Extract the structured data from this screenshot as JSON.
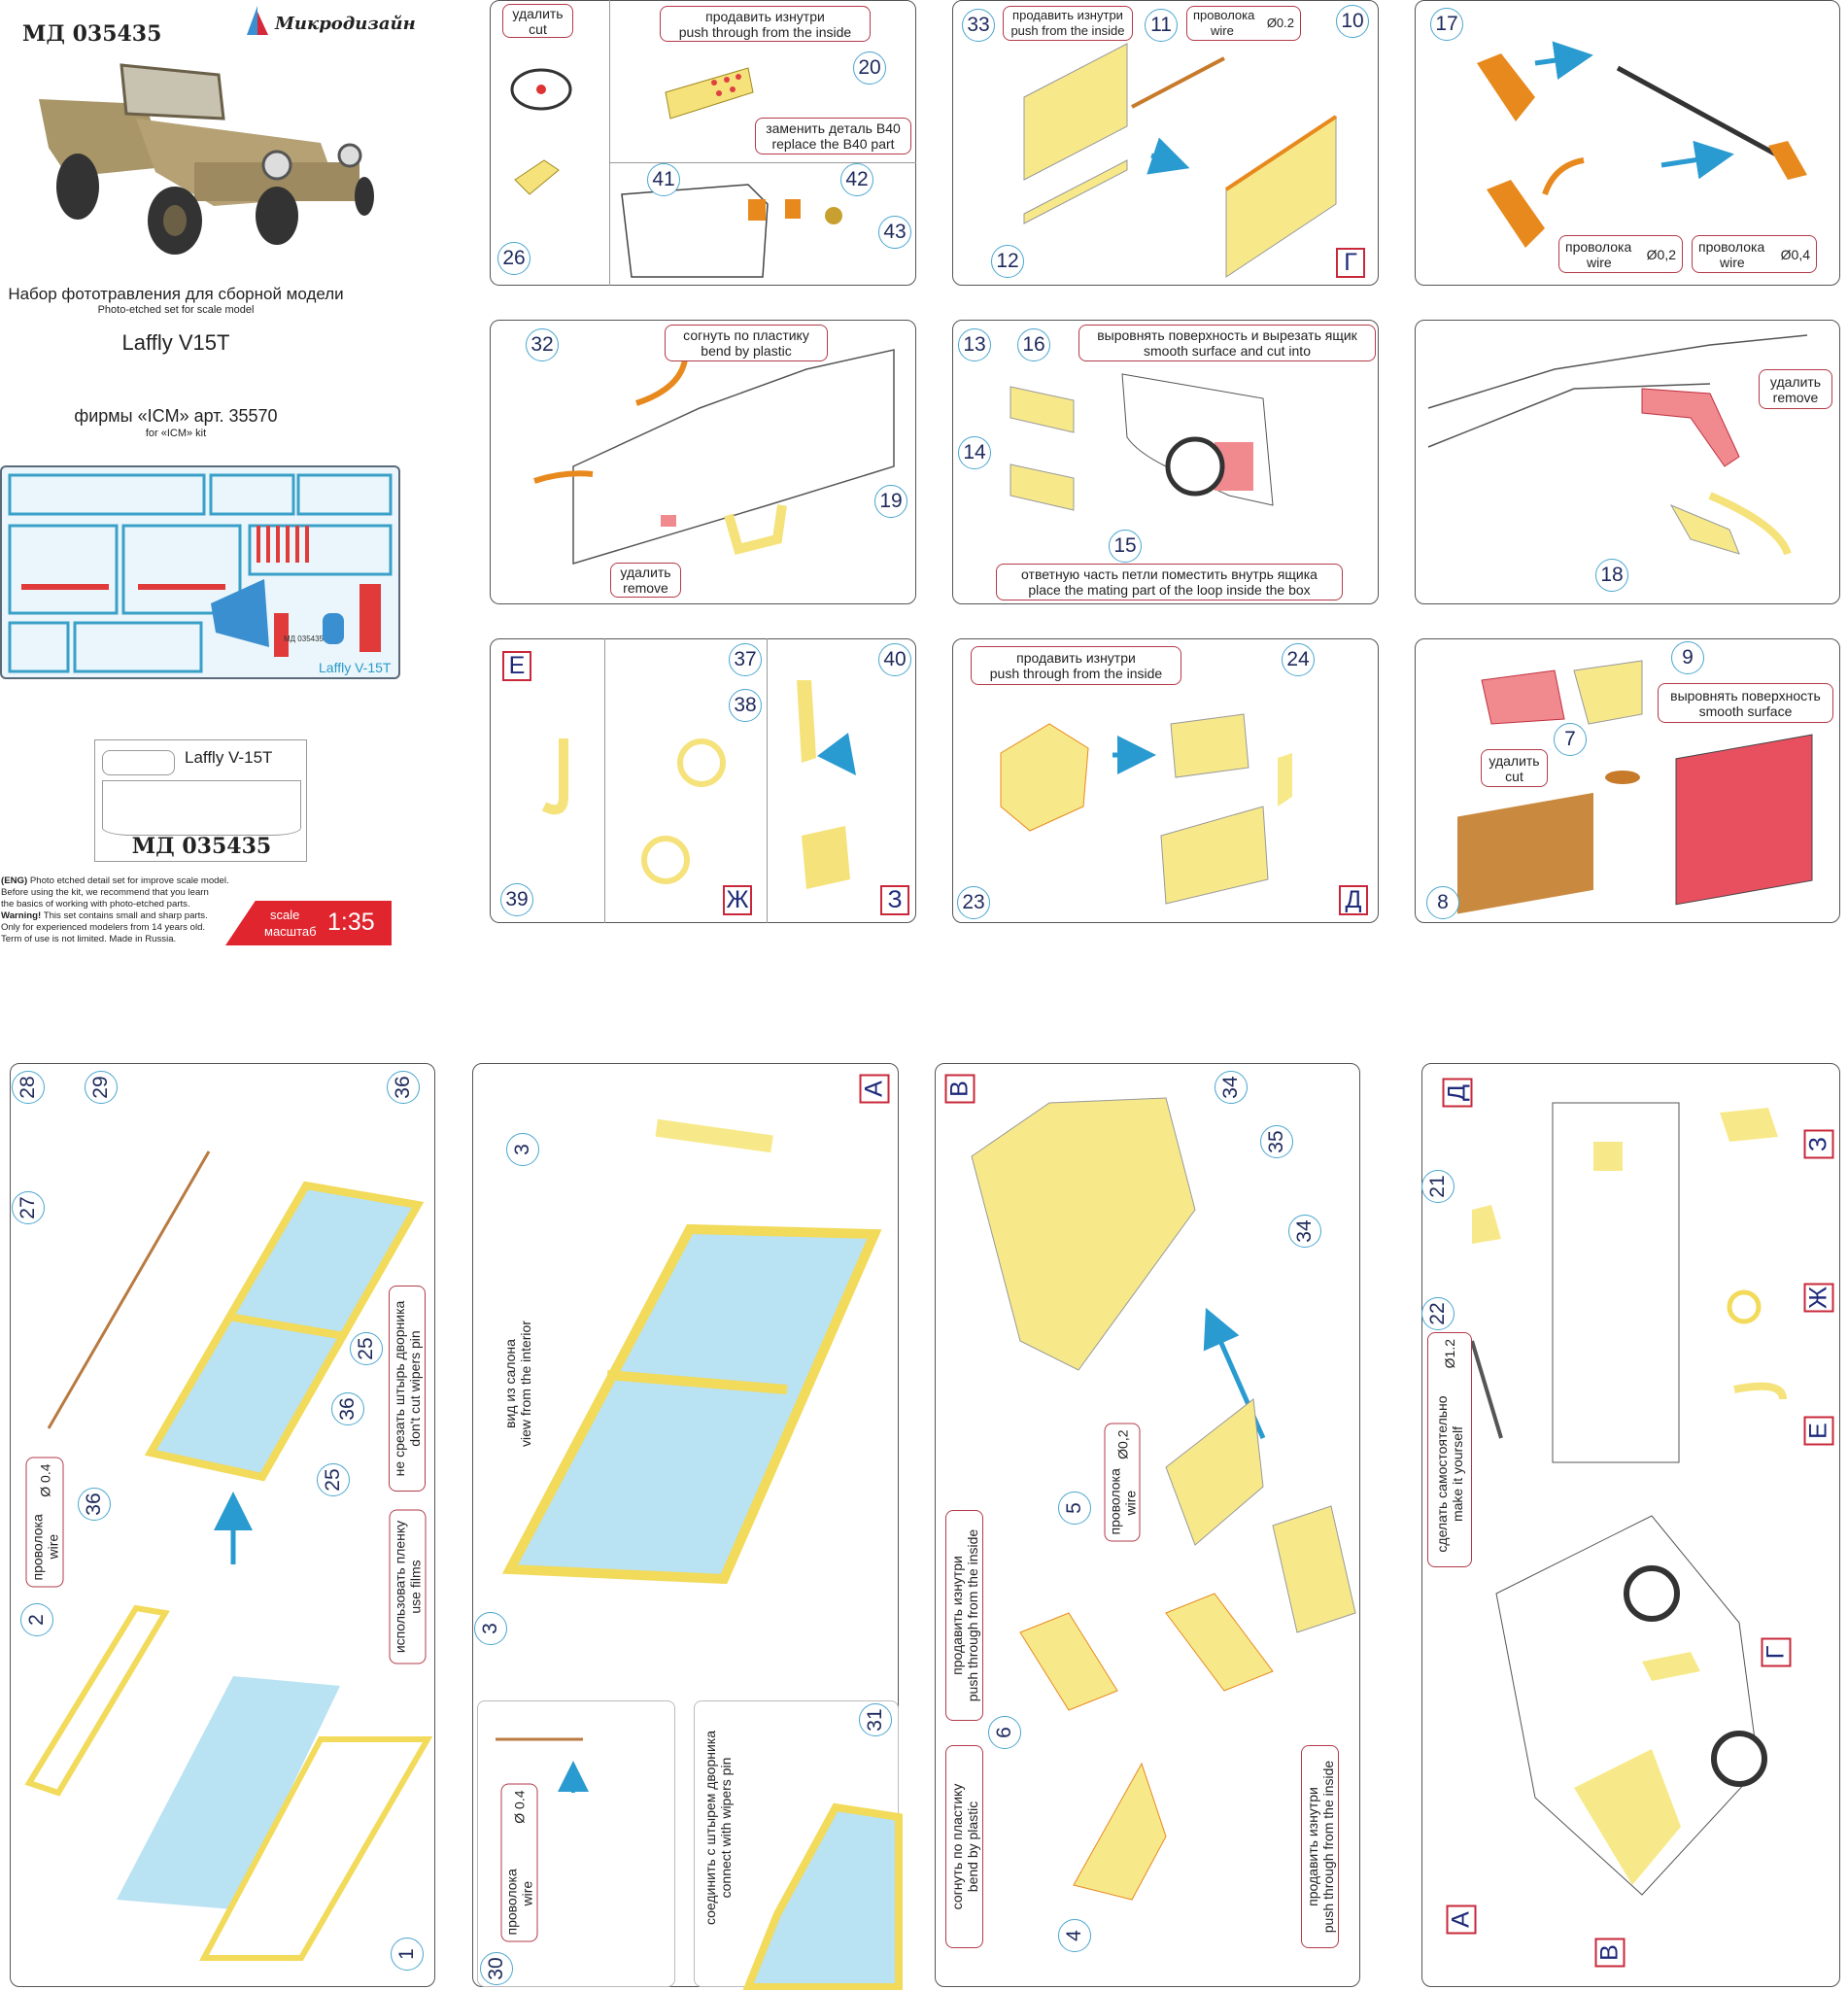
{
  "header": {
    "code": "МД 035435",
    "brand": "Микродизайн",
    "title_ru": "Набор фототравления для сборной модели",
    "title_en": "Photo-etched set for scale model",
    "model": "Laffly V15T",
    "kit_ru": "фирмы «ICM» арт. 35570",
    "kit_en": "for «ICM» kit"
  },
  "fret": {
    "name": "Laffly V-15T",
    "code": "МД 035435"
  },
  "label_card": {
    "name": "Laffly V-15T",
    "code": "МД 035435"
  },
  "disclaimer": {
    "line1_bold": "(ENG)",
    "line1": " Photo etched detail set for improve scale model.",
    "line2": "Before using the kit, we recommend that you learn",
    "line3": "the basics of working with photo-etched parts.",
    "line4_bold": "Warning!",
    "line4": " This set contains small and sharp parts.",
    "line5": "Only for experienced modelers from 14 years old.",
    "line6": "Term of use is not limited. Made in Russia."
  },
  "scale": {
    "label_en": "scale",
    "label_ru": "масштаб",
    "value": "1:35",
    "color": "#e0252f"
  },
  "colors": {
    "brass": "#f7e98a",
    "copper": "#e8891e",
    "film": "#b9e2f3",
    "remove": "#f08a8f",
    "callout_border": "#b23a48",
    "number_ring": "#4aa6cf"
  },
  "panels": [
    {
      "notes": [
        {
          "ru": "удалить",
          "en": "cut"
        },
        {
          "ru": "продавить изнутри",
          "en": "push through from the inside"
        },
        {
          "ru": "заменить деталь B40",
          "en": "replace the B40 part"
        }
      ],
      "numbers": [
        "20",
        "26",
        "41",
        "42",
        "43"
      ]
    },
    {
      "notes": [
        {
          "ru": "продавить изнутри",
          "en": "push from the inside"
        },
        {
          "ru": "проволока",
          "en": "wire",
          "dia": "Ø0.2"
        }
      ],
      "numbers": [
        "33",
        "11",
        "10",
        "12"
      ],
      "letters": [
        "Г"
      ]
    },
    {
      "notes": [
        {
          "ru": "проволока",
          "en": "wire",
          "dia": "Ø0,2"
        },
        {
          "ru": "проволока",
          "en": "wire",
          "dia": "Ø0,4"
        }
      ],
      "numbers": [
        "17"
      ]
    },
    {
      "notes": [
        {
          "ru": "согнуть по пластику",
          "en": "bend by plastic"
        },
        {
          "ru": "удалить",
          "en": "remove"
        }
      ],
      "numbers": [
        "32",
        "19"
      ]
    },
    {
      "notes": [
        {
          "ru": "выровнять поверхность и вырезать ящик",
          "en": "smooth surface and cut into"
        },
        {
          "ru": "ответную часть петли поместить внутрь ящика",
          "en": "place the mating part of the loop inside the box"
        }
      ],
      "numbers": [
        "13",
        "16",
        "14",
        "15"
      ]
    },
    {
      "notes": [
        {
          "ru": "удалить",
          "en": "remove"
        }
      ],
      "numbers": [
        "18"
      ]
    },
    {
      "numbers": [
        "39",
        "37",
        "38",
        "40"
      ],
      "letters": [
        "Е",
        "Ж",
        "З"
      ]
    },
    {
      "notes": [
        {
          "ru": "продавить изнутри",
          "en": "push through from the inside"
        }
      ],
      "numbers": [
        "24",
        "23"
      ],
      "letters": [
        "Д"
      ]
    },
    {
      "notes": [
        {
          "ru": "выровнять поверхность",
          "en": "smooth surface"
        },
        {
          "ru": "удалить",
          "en": "cut"
        }
      ],
      "numbers": [
        "9",
        "7",
        "8"
      ]
    },
    {
      "notes": [
        {
          "ru": "проволока",
          "en": "wire",
          "dia": "Ø 0.4"
        },
        {
          "ru": "не срезать штырь дворника",
          "en": "don't cut wipers pin"
        },
        {
          "ru": "использовать пленку",
          "en": "use films"
        }
      ],
      "numbers": [
        "28",
        "29",
        "36",
        "27",
        "36",
        "36",
        "25",
        "25",
        "2",
        "1"
      ]
    },
    {
      "notes": [
        {
          "ru": "вид из салона",
          "en": "view from the interior"
        },
        {
          "ru": "проволока",
          "en": "wire",
          "dia": "Ø 0.4"
        },
        {
          "ru": "соединить с штырем дворника",
          "en": "connect with wipers pin"
        }
      ],
      "numbers": [
        "3",
        "3",
        "30",
        "31"
      ],
      "letters": [
        "А"
      ]
    },
    {
      "notes": [
        {
          "ru": "проволока",
          "en": "wire",
          "dia": "Ø0,2"
        },
        {
          "ru": "продавить изнутри",
          "en": "push through from the inside"
        },
        {
          "ru": "согнуть по пластику",
          "en": "bend by plastic"
        },
        {
          "ru": "продавить изнутри",
          "en": "push through from the inside"
        }
      ],
      "numbers": [
        "34",
        "35",
        "34",
        "5",
        "6",
        "4"
      ],
      "letters": [
        "В"
      ]
    },
    {
      "notes": [
        {
          "ru": "сделать самостоятельно",
          "en": "make it yourself",
          "dia": "Ø1.2"
        }
      ],
      "numbers": [
        "21",
        "22"
      ],
      "letters": [
        "Д",
        "З",
        "Ж",
        "Е",
        "Г",
        "А",
        "В"
      ]
    }
  ]
}
